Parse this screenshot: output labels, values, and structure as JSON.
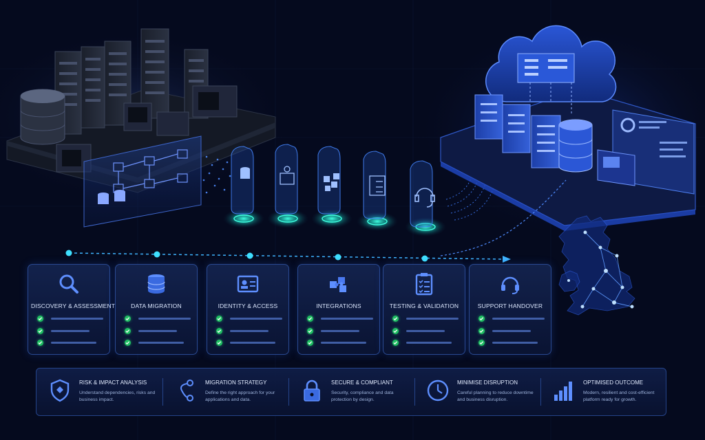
{
  "steps": [
    {
      "icon": "magnifier-icon",
      "title": "DISCOVERY & ASSESSMENT"
    },
    {
      "icon": "database-icon",
      "title": "DATA MIGRATION"
    },
    {
      "icon": "id-card-icon",
      "title": "IDENTITY & ACCESS"
    },
    {
      "icon": "puzzle-icon",
      "title": "INTEGRATIONS"
    },
    {
      "icon": "clipboard-checklist-icon",
      "title": "TESTING & VALIDATION"
    },
    {
      "icon": "headset-icon",
      "title": "SUPPORT HANDOVER"
    }
  ],
  "features": [
    {
      "icon": "shield-icon",
      "title": "RISK & IMPACT ANALYSIS",
      "desc": "Understand dependencies, risks and business impact."
    },
    {
      "icon": "route-icon",
      "title": "MIGRATION STRATEGY",
      "desc": "Define the right approach for your applications and data."
    },
    {
      "icon": "padlock-icon",
      "title": "SECURE & COMPLIANT",
      "desc": "Security, compliance and data protection by design."
    },
    {
      "icon": "clock-icon",
      "title": "MINIMISE DISRUPTION",
      "desc": "Careful planning to reduce downtime and business disruption."
    },
    {
      "icon": "bar-chart-icon",
      "title": "OPTIMISED OUTCOME",
      "desc": "Modern, resilient and cost-efficient platform ready for growth."
    }
  ],
  "colors": {
    "accent": "#1e9bff",
    "teal": "#19d4c4",
    "check": "#1fbf63",
    "background": "#050a1e"
  }
}
